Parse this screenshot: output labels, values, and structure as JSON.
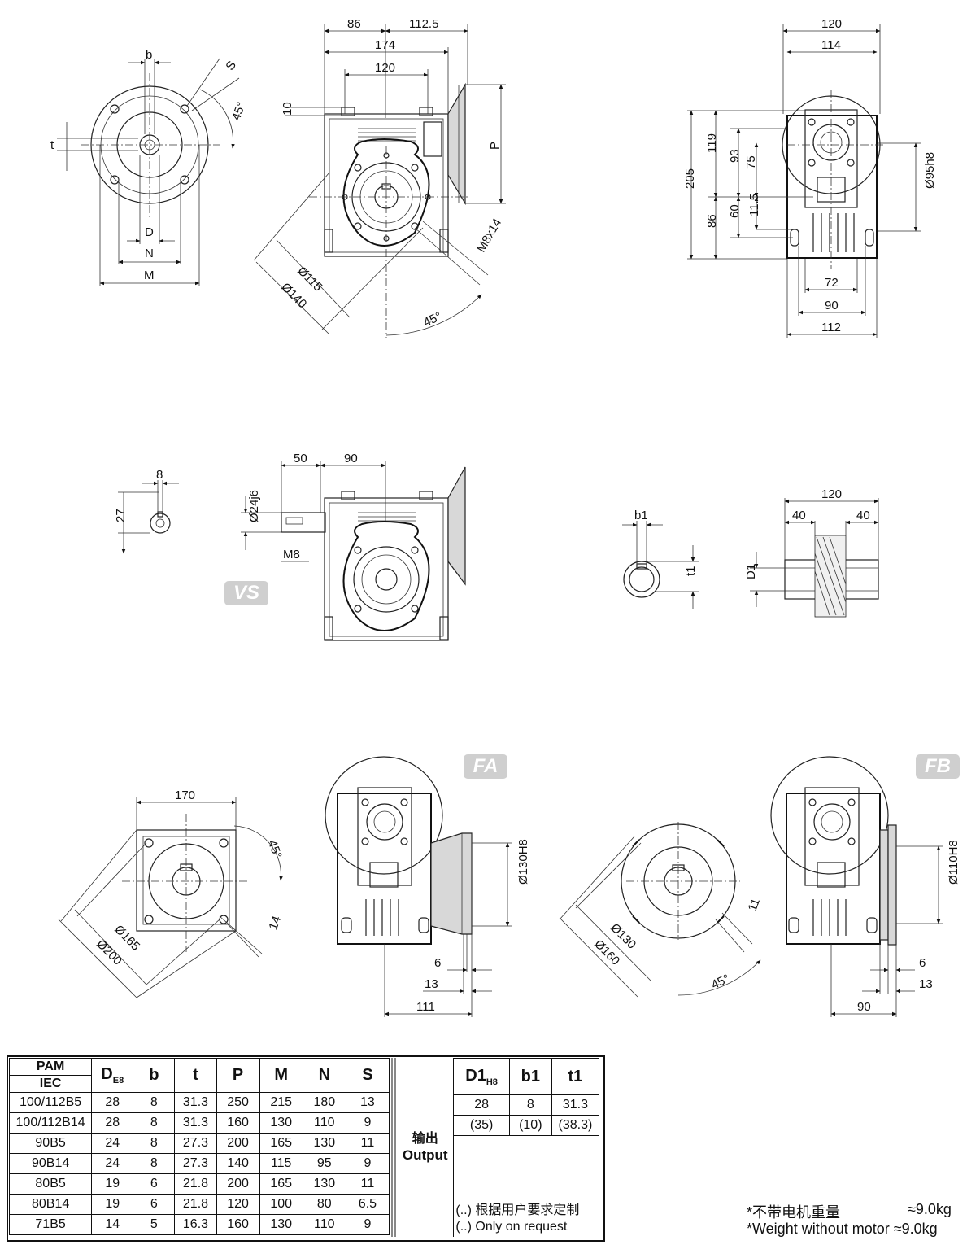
{
  "views": {
    "flange_front": {
      "b": "b",
      "s": "S",
      "angle": "45°",
      "t": "t",
      "d": "D",
      "n": "N",
      "m": "M"
    },
    "main_side": {
      "d86": "86",
      "d112_5": "112.5",
      "d174": "174",
      "d120": "120",
      "d10": "10",
      "p": "P",
      "m8x14": "M8x14",
      "dia115": "Ø115",
      "dia140": "Ø140",
      "angle": "45°"
    },
    "right_side": {
      "d120": "120",
      "d114": "114",
      "d205": "205",
      "d119": "119",
      "d93": "93",
      "d75": "75",
      "d60": "60",
      "d11_5": "11.5",
      "d86": "86",
      "dia95": "Ø95h8",
      "d72": "72",
      "d90": "90",
      "d112": "112"
    },
    "input_key": {
      "d8": "8",
      "d27": "27"
    },
    "vs_view": {
      "d50": "50",
      "d90": "90",
      "dia24": "Ø24j6",
      "m8": "M8",
      "badge": "VS"
    },
    "output_key": {
      "b1": "b1",
      "t1": "t1"
    },
    "hollow_shaft": {
      "d120": "120",
      "d40a": "40",
      "d40b": "40",
      "d1": "D1"
    },
    "fa_flange": {
      "d170": "170",
      "angle": "45°",
      "d14": "14",
      "dia165": "Ø165",
      "dia200": "Ø200"
    },
    "fa_view": {
      "badge": "FA",
      "dia130": "Ø130H8",
      "d6": "6",
      "d13": "13",
      "d111": "111"
    },
    "fb_flange": {
      "d11": "11",
      "dia130": "Ø130",
      "dia160": "Ø160",
      "angle": "45°"
    },
    "fb_view": {
      "badge": "FB",
      "dia110": "Ø110H8",
      "d6": "6",
      "d13": "13",
      "d90": "90"
    }
  },
  "table": {
    "headers": {
      "pam": "PAM",
      "iec": "IEC",
      "d": "D",
      "d_sub": "E8",
      "b": "b",
      "t": "t",
      "p": "P",
      "m": "M",
      "n": "N",
      "s": "S"
    },
    "rows": [
      [
        "100/112B5",
        "28",
        "8",
        "31.3",
        "250",
        "215",
        "180",
        "13"
      ],
      [
        "100/112B14",
        "28",
        "8",
        "31.3",
        "160",
        "130",
        "110",
        "9"
      ],
      [
        "90B5",
        "24",
        "8",
        "27.3",
        "200",
        "165",
        "130",
        "11"
      ],
      [
        "90B14",
        "24",
        "8",
        "27.3",
        "140",
        "115",
        "95",
        "9"
      ],
      [
        "80B5",
        "19",
        "6",
        "21.8",
        "200",
        "165",
        "130",
        "11"
      ],
      [
        "80B14",
        "19",
        "6",
        "21.8",
        "120",
        "100",
        "80",
        "6.5"
      ],
      [
        "71B5",
        "14",
        "5",
        "16.3",
        "160",
        "130",
        "110",
        "9"
      ]
    ],
    "output": {
      "label_cn": "输出",
      "label_en": "Output",
      "headers": {
        "d1": "D1",
        "d1_sub": "H8",
        "b1": "b1",
        "t1": "t1"
      },
      "row1": [
        "28",
        "8",
        "31.3"
      ],
      "row2": [
        "(35)",
        "(10)",
        "(38.3)"
      ],
      "note_cn": "(..) 根据用户要求定制",
      "note_en": "(..) Only on request"
    }
  },
  "weight": {
    "cn_label": "*不带电机重量",
    "cn_value": "≈9.0kg",
    "en_label": "*Weight without motor",
    "en_value": "≈9.0kg"
  }
}
